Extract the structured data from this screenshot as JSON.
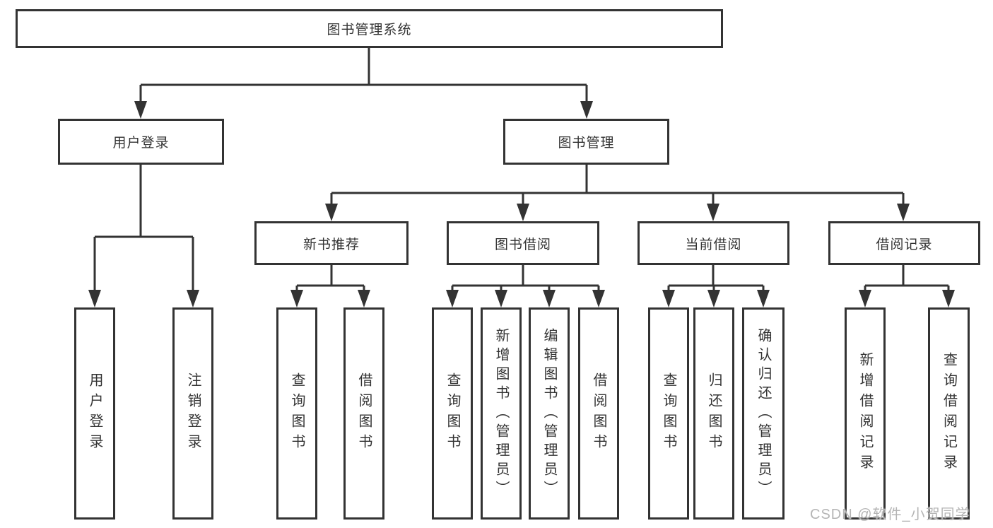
{
  "style": {
    "line_color": "#333333",
    "text_color": "#333333",
    "background": "#ffffff",
    "watermark_color": "#b5b5b5"
  },
  "watermark": {
    "text": "CSDN @软件_小贺同学"
  },
  "nodes": {
    "root": {
      "label": "图书管理系统"
    },
    "user_login": {
      "label": "用户登录",
      "children": {
        "login": {
          "label": "用户登录"
        },
        "logout": {
          "label": "注销登录"
        }
      }
    },
    "book_mgmt": {
      "label": "图书管理",
      "children": {
        "new_books": {
          "label": "新书推荐",
          "children": {
            "query_books": {
              "label": "查询图书"
            },
            "borrow_books": {
              "label": "借阅图书"
            }
          }
        },
        "book_borrow": {
          "label": "图书借阅",
          "children": {
            "query_books": {
              "label": "查询图书"
            },
            "add_books": {
              "label": "新增图书（管理员）"
            },
            "edit_books": {
              "label": "编辑图书（管理员）"
            },
            "borrow_books": {
              "label": "借阅图书"
            }
          }
        },
        "current_borrow": {
          "label": "当前借阅",
          "children": {
            "query_books": {
              "label": "查询图书"
            },
            "return_books": {
              "label": "归还图书"
            },
            "confirm_return": {
              "label": "确认归还（管理员）"
            }
          }
        },
        "borrow_records": {
          "label": "借阅记录",
          "children": {
            "add_record": {
              "label": "新增借阅记录"
            },
            "query_record": {
              "label": "查询借阅记录"
            }
          }
        }
      }
    }
  }
}
